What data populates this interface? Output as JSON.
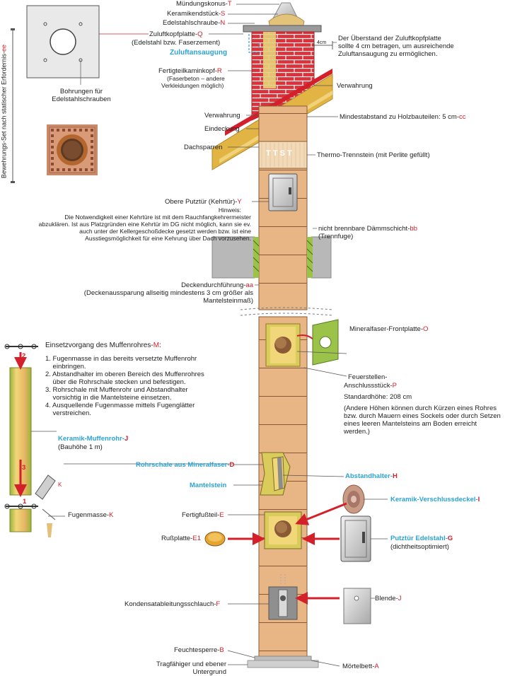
{
  "labels": {
    "muendungskonus": {
      "text": "Mündungskonus-",
      "code": "T"
    },
    "keramikendstueck": {
      "text": "Keramikendstück-",
      "code": "S"
    },
    "edelstahlschraube": {
      "text": "Edelstahlschraube-",
      "code": "N"
    },
    "zuluftkopfplatte": {
      "text": "Zuluftkopfplatte-",
      "code": "Q",
      "sub": "(Edelstahl bzw. Faserzement)"
    },
    "zuluftansaugung": "Zuluftansaugung",
    "ueberstand_note": [
      "Der Überstand der Zuluftkopfplatte",
      "sollte 4 cm betragen, um ausreichende",
      "Zuluftansaugung zu ermöglichen."
    ],
    "four_cm": "4cm",
    "fertigteilkaminkopf": {
      "text": "Fertigteilkaminkopf-",
      "code": "R",
      "sub1": "(Faserbeton – andere",
      "sub2": "Verkleidungen möglich)"
    },
    "verwahrung_right": "Verwahrung",
    "verwahrung_left": "Verwahrung",
    "eindeckung": "Eindeckung",
    "mindestabstand": {
      "text": "Mindestabstand zu Holzbauteilen: 5 cm-",
      "code": "cc"
    },
    "dachsparren": "Dachsparren",
    "thermo_trennstein": "Thermo-Trennstein (mit Perlite gefüllt)",
    "ttst": "T T S T",
    "obere_putztuer": {
      "text": "Obere Putztür (Kehrtür)-",
      "code": "Y"
    },
    "hinweis": [
      "Hinweis:",
      "Die Notwendigkeit einer Kehrtüre ist mit dem Rauchfangkehrermeister",
      "abzuklären. Ist aus Platzgründen eine Kehrtür im DG nicht möglich, kann sie ev.",
      "auch unter der Kellergeschoßdecke gesetzt werden bzw. ist eine",
      "Ausstiegsmöglichkeit für eine Kehrung über Dach vorzusehen."
    ],
    "daemmschicht": {
      "text": "nicht brennbare Dämmschicht-",
      "code": "bb",
      "sub": "(Trennfuge)"
    },
    "deckendurchfuehrung": {
      "text": "Deckendurchführung-",
      "code": "aa",
      "sub1": "(Deckenaussparung allseitig mindestens 3 cm größer als",
      "sub2": "Mantelsteinmaß)"
    },
    "mineralfaser_frontplatte": {
      "text": "Mineralfaser-Frontplatte-",
      "code": "O"
    },
    "feuerstellen": {
      "line1": "Feuerstellen-",
      "line2": "Anschlussstück-",
      "code": "P"
    },
    "standardhoehe": "Standardhöhe: 208 cm",
    "andere_hoehen": [
      "(Andere Höhen können durch Kürzen eines Rohres",
      "bzw. durch Mauern eines Sockels oder durch Setzen",
      "eines leeren Mantelsteins am Boden erreicht",
      "werden.)"
    ],
    "rohrschale": {
      "text": "Rohrschale aus Mineralfaser-",
      "code": "D"
    },
    "mantelstein": "Mantelstein",
    "abstandhalter": {
      "text": "Abstandhalter-",
      "code": "H"
    },
    "keramik_verschlussdeckel": {
      "text": "Keramik-Verschlussdeckel-",
      "code": "I"
    },
    "fertigfussteil": {
      "text": "Fertigfußteil-",
      "code": "E"
    },
    "russplatte": {
      "text": "Rußplatte-",
      "code": "E1"
    },
    "putztuer_edelstahl": {
      "text": "Putztür Edelstahl-",
      "code": "G",
      "sub": "(dichtheitsoptimiert)"
    },
    "blende": {
      "text": "Blende-",
      "code": "J"
    },
    "kondensat": {
      "text": "Kondensatableitungsschlauch-",
      "code": "F"
    },
    "feuchtesperre": {
      "text": "Feuchtesperre-",
      "code": "B"
    },
    "tragfaehiger_untergrund": [
      "Tragfähiger und ebener",
      "Untergrund"
    ],
    "moertelbett": {
      "text": "Mörtelbett-",
      "code": "A"
    },
    "bohrungen": [
      "Bohrungen für",
      "Edelstahlschrauben"
    ],
    "bewehrungs_set": {
      "text": "Bewehrungs-Set  nach statischer  Erfordernis-",
      "code": "ee"
    },
    "einsetzvorgang": {
      "title": "Einsetzvorgang des Muffenrohres-",
      "code": "M",
      "colon": ":"
    },
    "steps": [
      [
        "1. Fugenmasse in das bereits versetzte Muffenrohr",
        "    einbringen."
      ],
      [
        "2. Abstandhalter im oberen Bereich des Muffenrohres",
        "    über die Rohrschale stecken und befestigen."
      ],
      [
        "3. Rohrschale mit Muffenrohr und Abstandhalter",
        "    vorsichtig in die Mantelsteine einsetzen."
      ],
      [
        "4. Ausquellende Fugenmasse mittels Fugenglätter",
        "    verstreichen."
      ]
    ],
    "keramik_muffenrohr": {
      "text": "Keramik-Muffenrohr-",
      "code": "J",
      "sub": "(Bauhöhe 1 m)"
    },
    "fugenmasse": {
      "text": "Fugenmasse-",
      "code": "K"
    },
    "step_numbers": [
      "2",
      "3",
      "1"
    ],
    "k_marker": "K"
  },
  "colors": {
    "brick_red": "#d9343c",
    "mantel": "#e8b585",
    "yellow_insul": "#d9cc5a",
    "green": "#9bc34a",
    "red_code": "#d4202a",
    "blue_label": "#2ba3d6",
    "grey_slab": "#b8b8b8",
    "roof_yellow": "#e2b444"
  }
}
